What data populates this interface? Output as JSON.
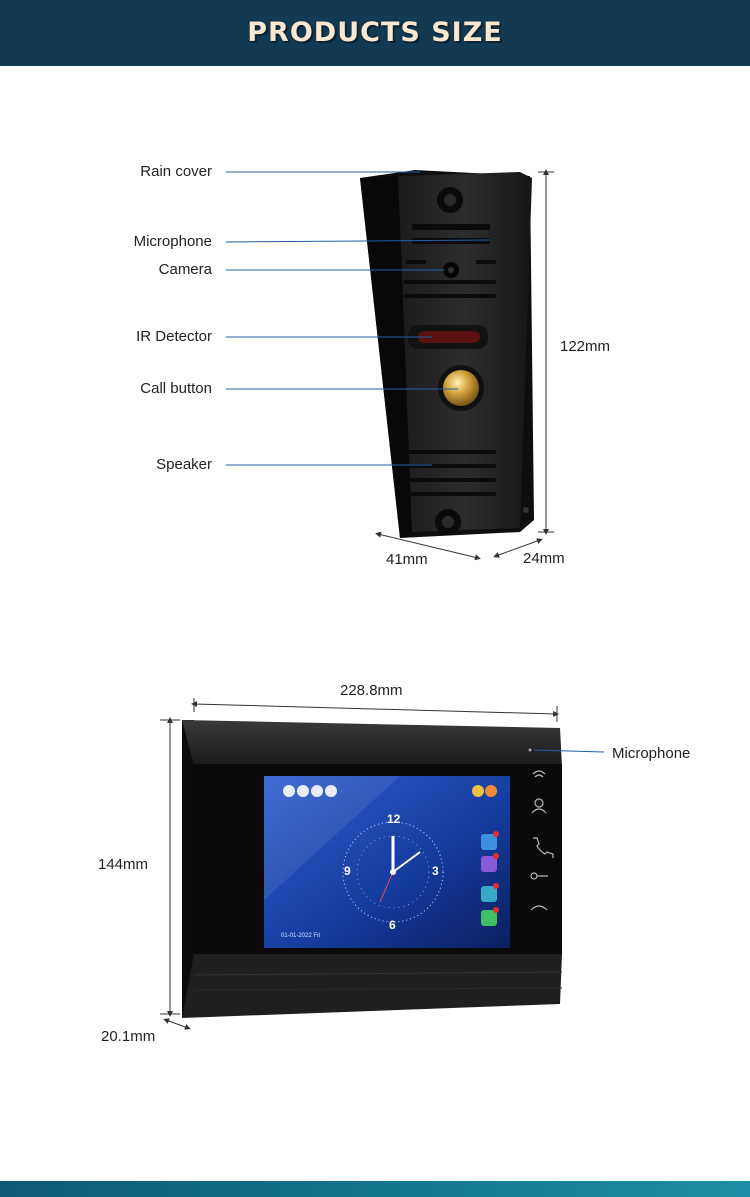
{
  "header": {
    "title": "PRODUCTS SIZE"
  },
  "outdoor_unit": {
    "labels": {
      "rain_cover": "Rain cover",
      "microphone": "Microphone",
      "camera": "Camera",
      "ir_detector": "IR Detector",
      "call_button": "Call button",
      "speaker": "Speaker"
    },
    "dimensions": {
      "height": "122mm",
      "width": "41mm",
      "depth": "24mm"
    }
  },
  "indoor_monitor": {
    "labels": {
      "microphone": "Microphone"
    },
    "dimensions": {
      "width": "228.8mm",
      "height": "144mm",
      "depth": "20.1mm"
    },
    "screen": {
      "date": "01-01-2022 Fri",
      "clock_numbers": {
        "top": "12",
        "right": "3",
        "bottom": "6",
        "left": "9"
      }
    }
  },
  "colors": {
    "header_bg": "#123a52",
    "title": "#fbe7cf",
    "leader_line": "#1f5fa8",
    "footer": "#1a8fa5"
  }
}
